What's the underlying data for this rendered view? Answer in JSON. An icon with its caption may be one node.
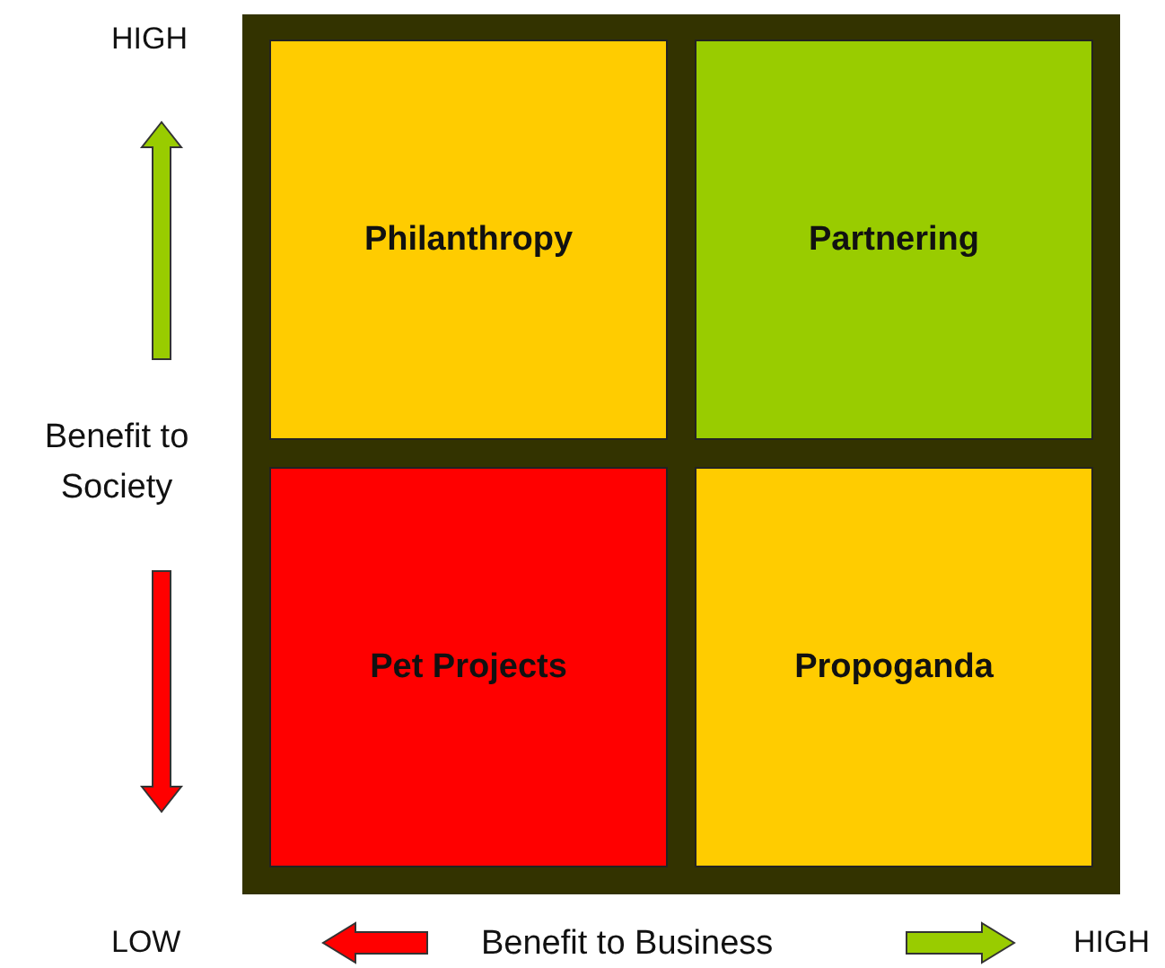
{
  "diagram": {
    "nodes": [
      {
        "text": [
          "Philanthropy"
        ]
      },
      {
        "text": [
          "Partnering"
        ]
      },
      {
        "text": [
          "Pet Projects"
        ]
      },
      {
        "text": [
          "Propoganda"
        ]
      }
    ],
    "labels": [
      "HIGH",
      "Benefit to Society",
      "LOW",
      "Benefit to Business",
      "HIGH"
    ]
  }
}
